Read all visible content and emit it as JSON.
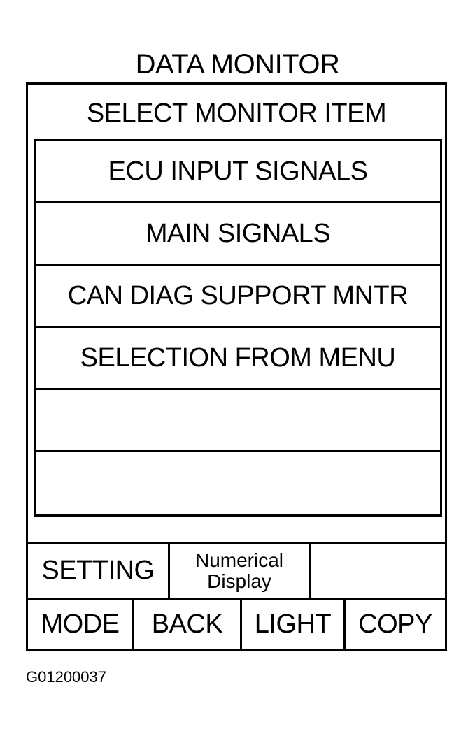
{
  "screen": {
    "title": "DATA MONITOR",
    "subtitle": "SELECT MONITOR ITEM"
  },
  "menu": {
    "items": [
      {
        "label": "ECU INPUT SIGNALS"
      },
      {
        "label": "MAIN SIGNALS"
      },
      {
        "label": "CAN DIAG SUPPORT MNTR"
      },
      {
        "label": "SELECTION FROM MENU"
      },
      {
        "label": ""
      },
      {
        "label": ""
      }
    ]
  },
  "function_keys": {
    "setting": "SETTING",
    "numerical_line1": "Numerical",
    "numerical_line2": "Display",
    "blank": ""
  },
  "buttons": {
    "mode": "MODE",
    "back": "BACK",
    "light": "LIGHT",
    "copy": "COPY"
  },
  "figure_id": "G01200037"
}
